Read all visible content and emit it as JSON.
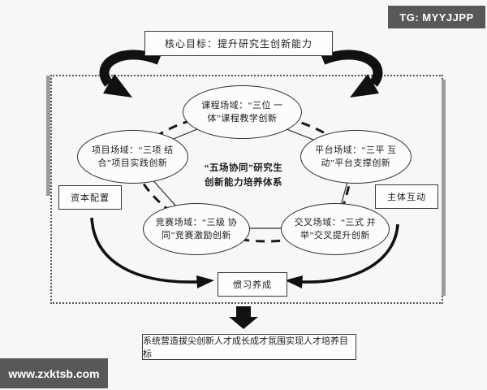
{
  "watermarks": {
    "top_right": "TG: MYYJJPP",
    "bottom_left": "www.zxktsb.com"
  },
  "goal": {
    "label": "核心目标：提升研究生创新能力"
  },
  "system_center": {
    "line1": "“五场协同”研究生",
    "line2": "创新能力培养体系"
  },
  "fields": {
    "course": "课程场域：“三位 一体”课程教学创新",
    "project": "项目场域：“三项 结合”项目实践创新",
    "platform": "平台场域：“三平 互动”平台支撑创新",
    "competition": "竞赛场域：“三级 协同”竞赛激励创新",
    "cross": "交叉场域：“三式 并举”交叉提升创新"
  },
  "mechanisms": {
    "capital": "资本配置",
    "subject": "主体互动",
    "habit": "惯习养成"
  },
  "outcome": {
    "label": "系统营造拔尖创新人才成长成才氛围实现人才培养目标"
  },
  "colors": {
    "badge_bg": "#56585a",
    "line": "#1a1a1a",
    "frame_dots": "#555555"
  }
}
